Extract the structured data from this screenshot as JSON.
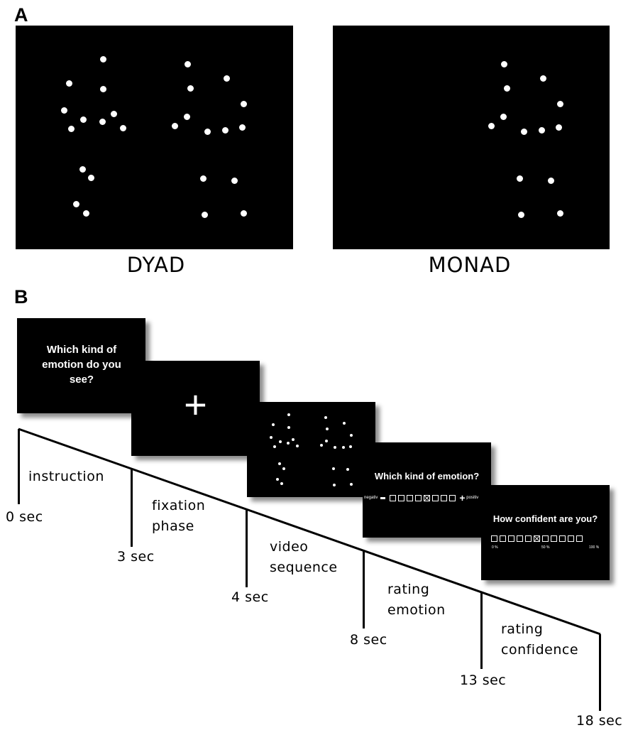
{
  "panel_a": {
    "label": "A",
    "dyad_caption": "DYAD",
    "monad_caption": "MONAD"
  },
  "panel_b": {
    "label": "B",
    "screens": {
      "instruction_text": "Which kind of emotion do you see?",
      "fixation_symbol": "+",
      "rating_emotion_title": "Which kind of emotion?",
      "rating_emotion_left": "negativ",
      "rating_emotion_right": "positiv",
      "rating_confidence_title": "How confident are you?",
      "confidence_scale": [
        "0 %",
        "50 %",
        "100 %"
      ]
    },
    "phases": [
      {
        "label": "instruction",
        "start": "0 sec"
      },
      {
        "label": "fixation phase",
        "start": "3 sec"
      },
      {
        "label": "video sequence",
        "start": "4 sec"
      },
      {
        "label": "rating emotion",
        "start": "8 sec"
      },
      {
        "label": "rating confidence",
        "start": "13 sec"
      }
    ],
    "end_time": "18 sec"
  }
}
